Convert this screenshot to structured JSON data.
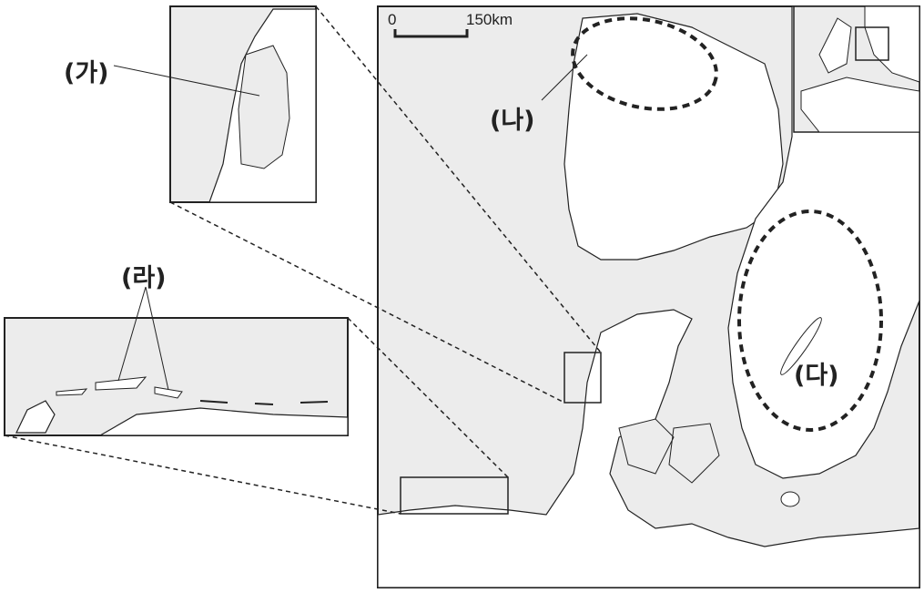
{
  "map": {
    "scale_bar": {
      "start": "0",
      "end": "150km"
    },
    "labels": {
      "ga": "(가)",
      "na": "(나)",
      "da": "(다)",
      "ra": "(라)"
    },
    "colors": {
      "sea": "#ececec",
      "land": "#ffffff",
      "line": "#222222"
    }
  }
}
